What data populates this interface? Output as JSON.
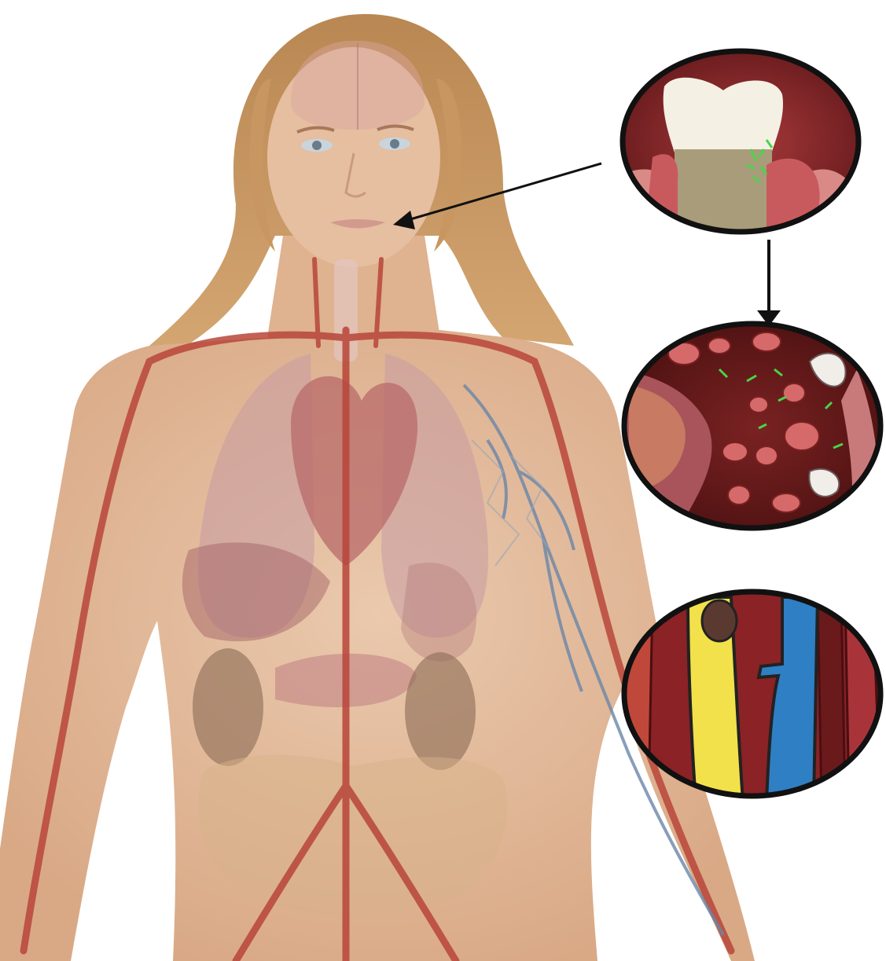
{
  "diagram": {
    "background": "#ffffff",
    "skin_color": "#e7c0a0",
    "hair_color": "#c89660",
    "artery_color": "#b8453a",
    "vein_color": "#6a86a8",
    "outline_color": "#111111",
    "insets": [
      {
        "id": "gum-disease",
        "subject": "tooth-and-infected-gum",
        "accent": "#7a1f22",
        "bacteria_color": "#4bd34b"
      },
      {
        "id": "blood-bacteria",
        "subject": "bloodstream-with-bacteria",
        "accent": "#5a1616",
        "bacteria_color": "#4bd34b"
      },
      {
        "id": "artery-plaque",
        "subject": "artery-with-plaque",
        "accent": "#6b1a1c",
        "plaque_color": "#f2e14a",
        "vessel_color": "#2f7fc4"
      }
    ],
    "arrows": [
      {
        "from": "gum-disease",
        "to": "mouth"
      },
      {
        "from": "gum-disease",
        "to": "blood-bacteria"
      }
    ]
  }
}
